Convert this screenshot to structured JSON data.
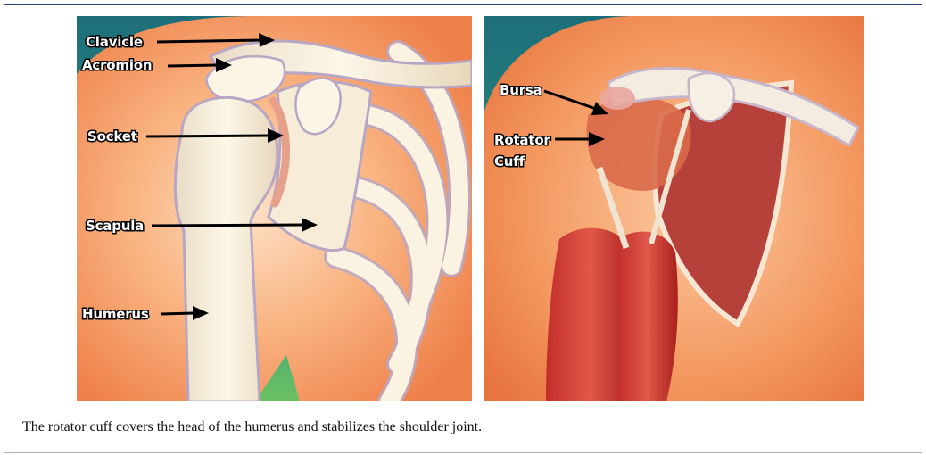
{
  "figure": {
    "left_labels": {
      "clavicle": "Clavicle",
      "acromion": "Acromion",
      "socket": "Socket",
      "scapula": "Scapula",
      "humerus": "Humerus"
    },
    "right_labels": {
      "bursa": "Bursa",
      "rotator_line1": "Rotator",
      "rotator_line2": "Cuff"
    },
    "caption": "The rotator cuff covers the head of the humerus and stabilizes the shoulder joint."
  }
}
